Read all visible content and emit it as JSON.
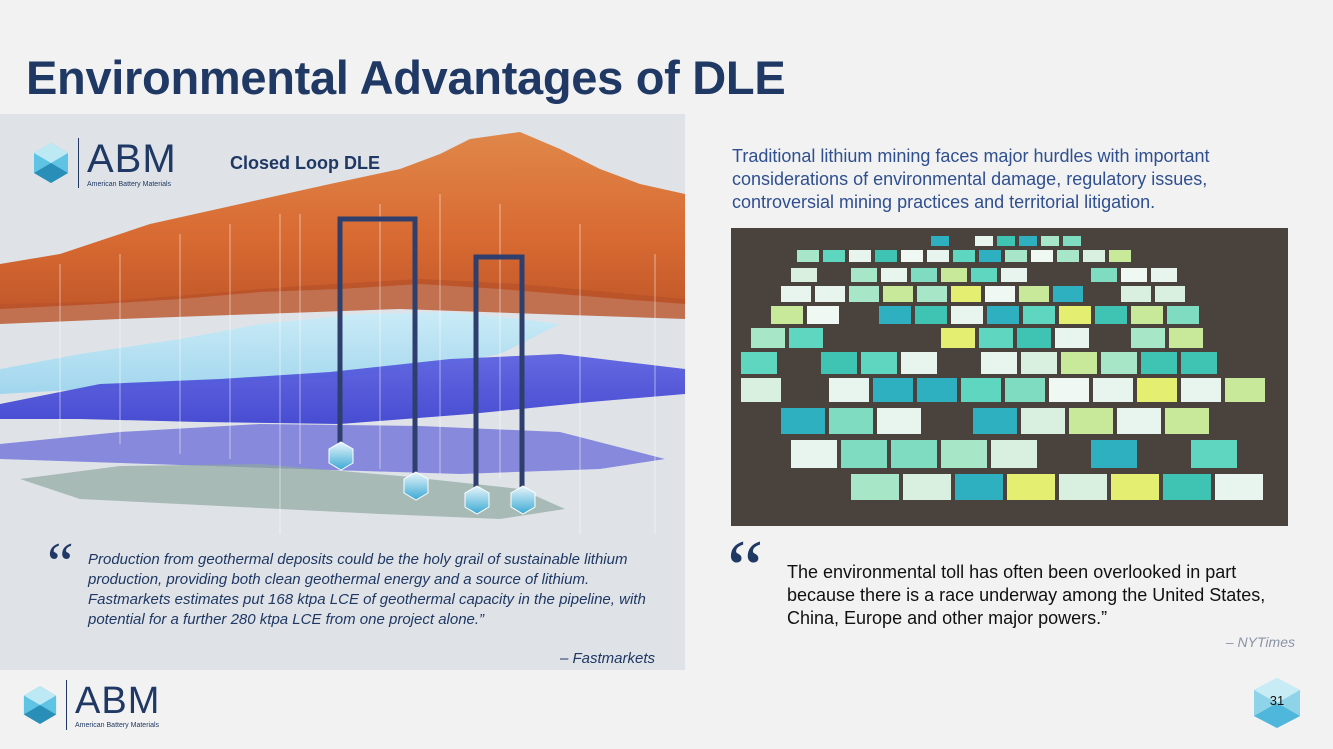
{
  "slide": {
    "title": "Environmental Advantages of DLE",
    "page_number": "31"
  },
  "logo": {
    "wordmark": "ABM",
    "tagline": "American Battery Materials"
  },
  "left": {
    "diagram_label": "Closed Loop DLE",
    "quote_mark": "“",
    "quote": "Production from geothermal deposits could be the holy grail of sustainable lithium production, providing both clean geothermal energy and a source of lithium. Fastmarkets estimates put 168 ktpa LCE of geothermal capacity in the pipeline, with potential for a further 280 ktpa LCE from one project alone.”",
    "attribution": "– Fastmarkets"
  },
  "right": {
    "intro": "Traditional lithium mining faces major hurdles with important considerations of environmental damage, regulatory issues, controversial mining practices and territorial litigation.",
    "quote_mark": "“",
    "quote": "The environmental toll has often been overlooked in part because there is a race underway among the United States, China, Europe and other major powers.”",
    "attribution": "– NYTimes"
  },
  "colors": {
    "title_navy": "#1f3864",
    "intro_blue": "#2f4f8f",
    "hex_light": "#8fd3e8",
    "hex_dark": "#2a8fb8"
  }
}
